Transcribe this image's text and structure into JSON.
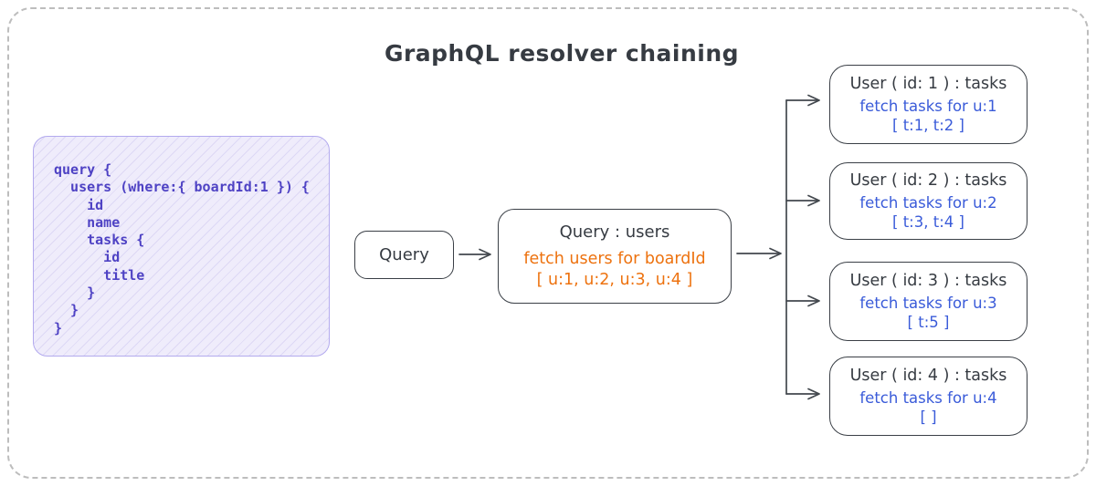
{
  "title": "GraphQL resolver chaining",
  "colors": {
    "stroke": "#3a3f46",
    "code_text": "#4e42c4",
    "code_background": "#efecfb",
    "code_border": "#b3aaee",
    "orange_text": "#ed720f",
    "blue_text": "#3a5bd9",
    "frame_border": "#bdbdbd"
  },
  "code_block": {
    "language": "graphql",
    "code": "query {\n  users (where:{ boardId:1 }) {\n    id\n    name\n    tasks {\n      id\n      title\n    }\n  }\n}"
  },
  "query_box": {
    "label": "Query"
  },
  "root_resolver_box": {
    "title": "Query : users",
    "action": "fetch users for boardId",
    "result": "[ u:1, u:2, u:3, u:4 ]"
  },
  "user_boxes": [
    {
      "title": "User ( id: 1 ) : tasks",
      "action": "fetch tasks for u:1",
      "result": "[ t:1, t:2 ]"
    },
    {
      "title": "User ( id: 2 ) : tasks",
      "action": "fetch tasks for u:2",
      "result": "[ t:3, t:4 ]"
    },
    {
      "title": "User ( id: 3 ) : tasks",
      "action": "fetch tasks for u:3",
      "result": "[ t:5 ]"
    },
    {
      "title": "User ( id: 4 ) : tasks",
      "action": "fetch tasks for u:4",
      "result": "[ ]"
    }
  ]
}
